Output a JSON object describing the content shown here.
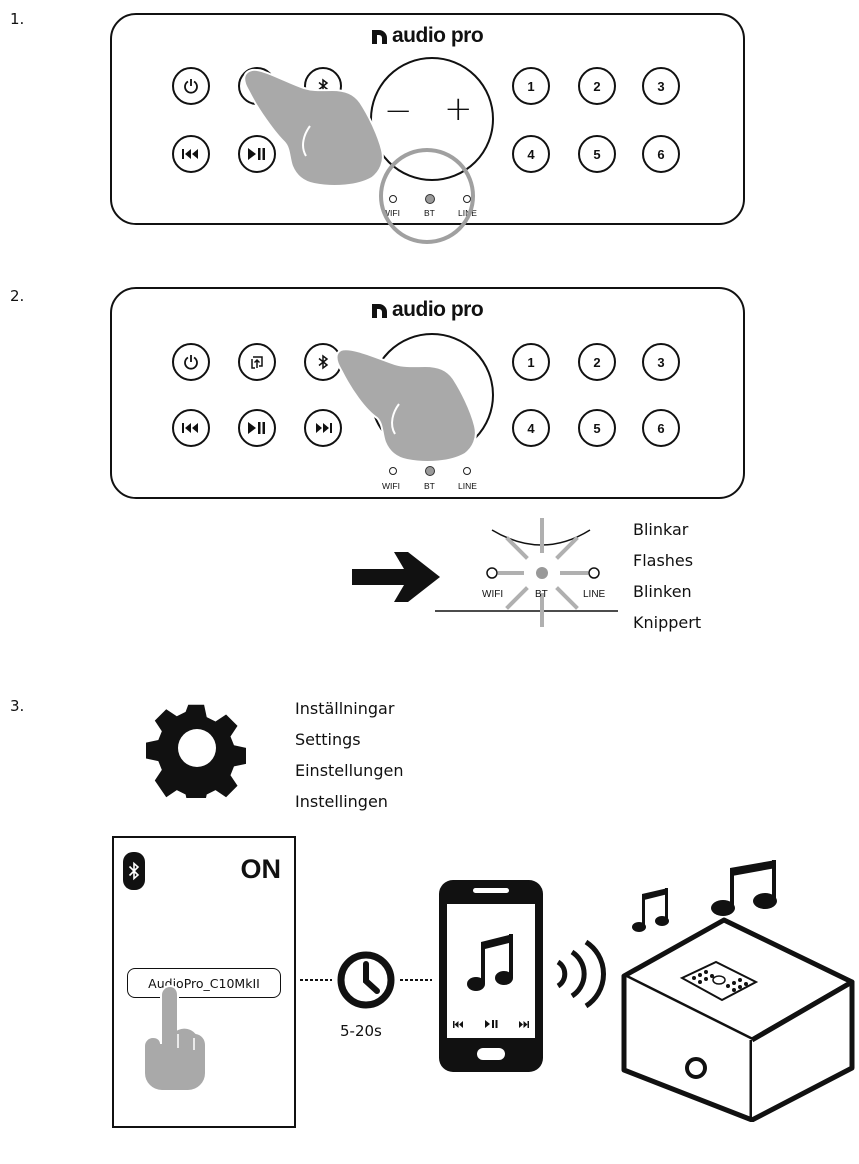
{
  "steps": {
    "step1": "1.",
    "step2": "2.",
    "step3": "3."
  },
  "brand": {
    "name": "audio pro"
  },
  "panel_buttons": {
    "presets": [
      "1",
      "2",
      "3",
      "4",
      "5",
      "6"
    ],
    "volume_minus": "−",
    "volume_plus": "+"
  },
  "leds": {
    "wifi": "WIFI",
    "bt": "BT",
    "line": "LINE"
  },
  "flash_callout": {
    "labels": [
      "Blinkar",
      "Flashes",
      "Blinken",
      "Knippert"
    ],
    "wifi": "WIFI",
    "bt": "BT",
    "line": "LINE"
  },
  "settings": {
    "labels": [
      "Inställningar",
      "Settings",
      "Einstellungen",
      "Instellingen"
    ]
  },
  "phone_settings_screen": {
    "toggle_state": "ON",
    "device_name": "AudioPro_C10MkII"
  },
  "timer": {
    "label": "5-20s"
  },
  "icons": {
    "power": "power-icon",
    "multiroom": "multiroom-icon",
    "bluetooth": "bluetooth-icon",
    "previous": "previous-icon",
    "play_pause": "play-pause-icon",
    "next": "next-icon",
    "gear": "gear-icon",
    "clock": "clock-icon",
    "music_note": "music-note-icon",
    "sound_waves": "sound-waves-icon"
  },
  "colors": {
    "ink": "#111111",
    "hand_gray": "#a9a9a9",
    "highlight_ring": "#a0a0a0"
  }
}
